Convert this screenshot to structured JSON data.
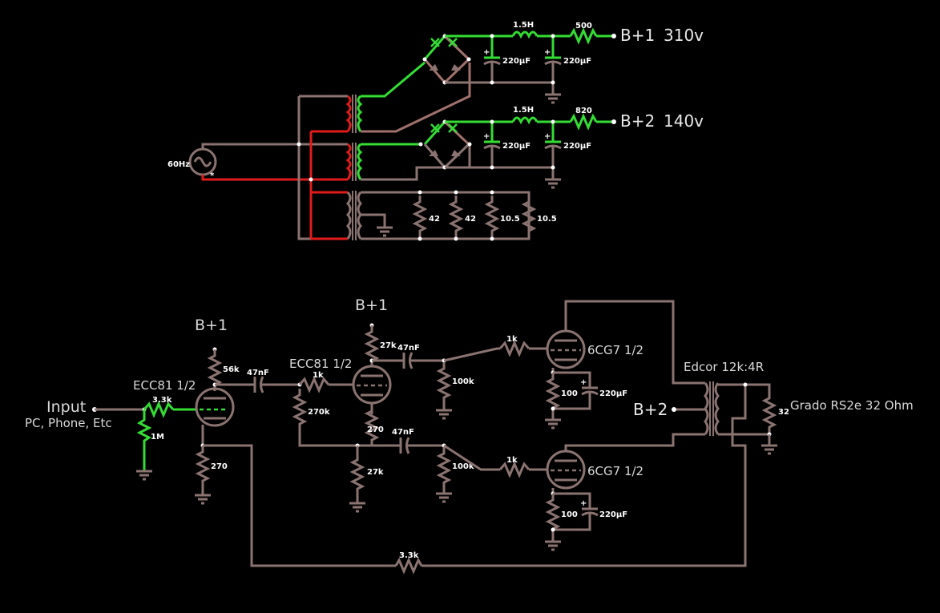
{
  "labels": {
    "b1_out": "B+1",
    "b1_volt": "310v",
    "b2_out": "B+2",
    "b2_volt": "140v",
    "freq": "60Hz",
    "choke1": "1.5H",
    "choke2": "1.5H",
    "r500": "500",
    "r820": "820",
    "cap_a": "220µF",
    "cap_b": "220µF",
    "cap_c": "220µF",
    "cap_d": "220µF",
    "load_42a": "42",
    "load_42b": "42",
    "load_105a": "10.5",
    "load_105b": "10.5",
    "input": "Input",
    "input_sub": "PC, Phone, Etc",
    "r_in": "3.3k",
    "r_1m": "1M",
    "tube1": "ECC81 1/2",
    "b1_tube1": "B+1",
    "r_56k": "56k",
    "r_270_cath": "270",
    "c_47nf_1": "47nF",
    "tube2": "ECC81 1/2",
    "r_1k_grid": "1k",
    "r_270k": "270k",
    "b1_tube2": "B+1",
    "r_27k_top": "27k",
    "c_47nf_2": "47nF",
    "r_270_mid": "270",
    "c_47nf_3": "47nF",
    "r_27k_bot": "27k",
    "r_100k_a": "100k",
    "r_100k_b": "100k",
    "r_1k_a": "1k",
    "r_1k_b": "1k",
    "tube3": "6CG7 1/2",
    "tube4": "6CG7 1/2",
    "r_100_a": "100",
    "r_100_b": "100",
    "c_220_a": "220µF",
    "c_220_b": "220µF",
    "xfmr": "Edcor 12k:4R",
    "b2_node": "B+2",
    "load_32": "32",
    "headphones": "Grado RS2e 32 Ohm",
    "r_fb": "3.3k"
  },
  "colors": {
    "wire": "#8a7370",
    "active": "#33dd33",
    "hot": "#e11b1b",
    "background": "#000000"
  }
}
